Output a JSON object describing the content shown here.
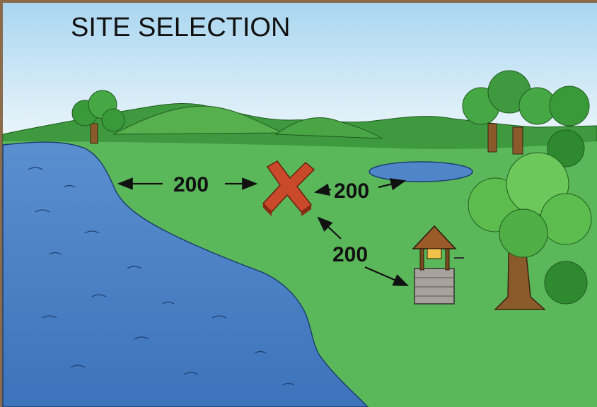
{
  "slide": {
    "title": "SITE SELECTION"
  },
  "diagram": {
    "distance_labels": {
      "to_lake": "200",
      "to_pond": "200",
      "to_well": "200"
    },
    "colors": {
      "sky": "#b9def2",
      "water": "#4f86c9",
      "grass": "#58b556",
      "hills": "#3f9a3f",
      "trees": "#2f8a2f",
      "x_marker": "#c94a2a",
      "frame": "#8a6b4a"
    },
    "icons": [
      "x-marker-icon",
      "well-icon",
      "tree-icon",
      "pond-icon"
    ]
  }
}
